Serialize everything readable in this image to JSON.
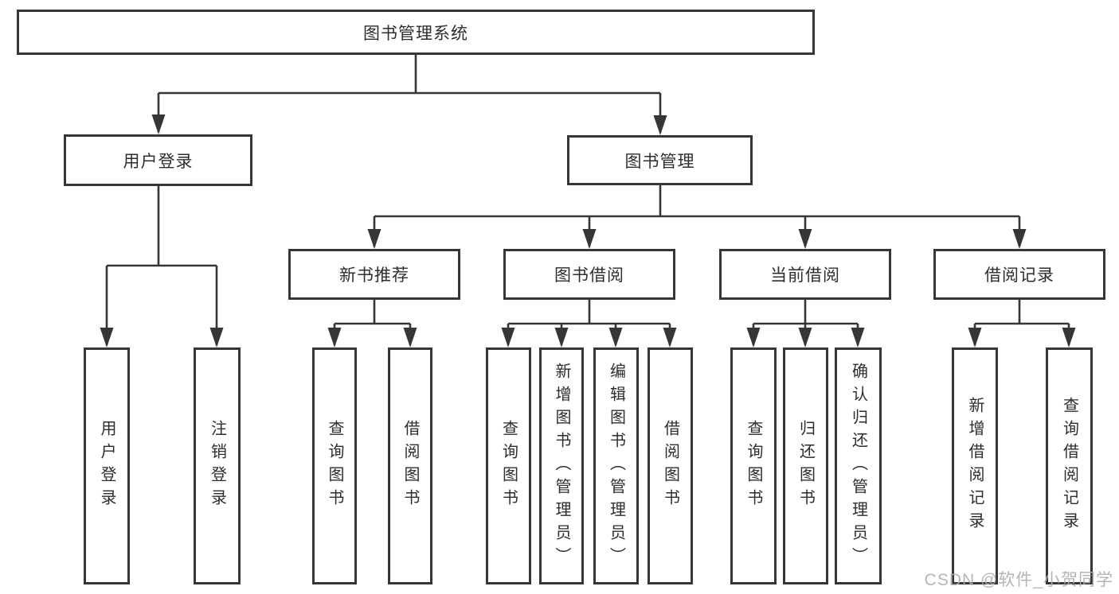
{
  "diagram": {
    "title": "图书管理系统",
    "watermark": "CSDN @软件_小贺同学",
    "colors": {
      "line": "#363636",
      "box_border": "#363636",
      "box_fill": "#ffffff",
      "text": "#2d2d2d",
      "watermark": "#adadad",
      "background": "#ffffff"
    }
  },
  "nodes": {
    "root": {
      "label": "图书管理系统"
    },
    "user_login": {
      "label": "用户登录"
    },
    "book_mgmt": {
      "label": "图书管理"
    },
    "new_book_rec": {
      "label": "新书推荐"
    },
    "book_borrow": {
      "label": "图书借阅"
    },
    "current_borrow": {
      "label": "当前借阅"
    },
    "borrow_records": {
      "label": "借阅记录"
    },
    "ul_login": {
      "label": "用户登录"
    },
    "ul_logout": {
      "label": "注销登录"
    },
    "nb_query": {
      "label": "查询图书"
    },
    "nb_borrow": {
      "label": "借阅图书"
    },
    "bb_query": {
      "label": "查询图书"
    },
    "bb_add": {
      "label": "新增图书（管理员）"
    },
    "bb_edit": {
      "label": "编辑图书（管理员）"
    },
    "bb_borrow": {
      "label": "借阅图书"
    },
    "cb_query": {
      "label": "查询图书"
    },
    "cb_return": {
      "label": "归还图书"
    },
    "cb_confirm": {
      "label": "确认归还（管理员）"
    },
    "br_add": {
      "label": "新增借阅记录"
    },
    "br_query": {
      "label": "查询借阅记录"
    }
  },
  "edges": [
    {
      "from": "root",
      "to": [
        "user_login",
        "book_mgmt"
      ]
    },
    {
      "from": "user_login",
      "to": [
        "ul_login",
        "ul_logout"
      ]
    },
    {
      "from": "book_mgmt",
      "to": [
        "new_book_rec",
        "book_borrow",
        "current_borrow",
        "borrow_records"
      ]
    },
    {
      "from": "new_book_rec",
      "to": [
        "nb_query",
        "nb_borrow"
      ]
    },
    {
      "from": "book_borrow",
      "to": [
        "bb_query",
        "bb_add",
        "bb_edit",
        "bb_borrow"
      ]
    },
    {
      "from": "current_borrow",
      "to": [
        "cb_query",
        "cb_return",
        "cb_confirm"
      ]
    },
    {
      "from": "borrow_records",
      "to": [
        "br_add",
        "br_query"
      ]
    }
  ]
}
